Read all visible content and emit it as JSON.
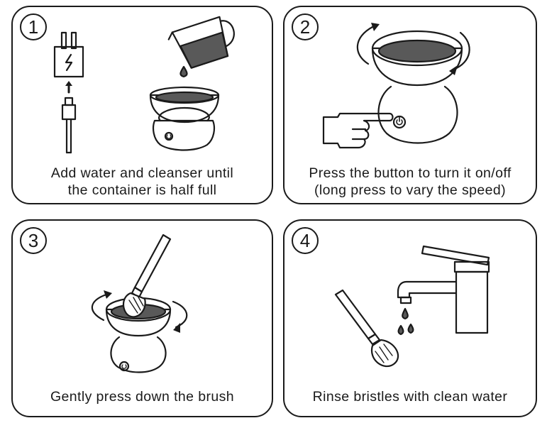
{
  "steps": [
    {
      "number": "1",
      "caption_line1": "Add water and cleanser until",
      "caption_line2": "the container is half full"
    },
    {
      "number": "2",
      "caption_line1": "Press the button to turn it on/off",
      "caption_line2": "(long press to vary the speed)"
    },
    {
      "number": "3",
      "caption_line1": "Gently press down the brush"
    },
    {
      "number": "4",
      "caption_line1": "Rinse bristles with clean water"
    }
  ],
  "colors": {
    "line": "#1a1a1a",
    "liquid": "#595959",
    "background": "#ffffff"
  },
  "icons": [
    "power-plug-icon",
    "usb-cable-icon",
    "measuring-cup-icon",
    "water-drop-icon",
    "cleaning-bowl-icon",
    "power-button-icon",
    "pointing-hand-icon",
    "rotation-arrow-icon",
    "makeup-brush-icon",
    "faucet-icon"
  ]
}
